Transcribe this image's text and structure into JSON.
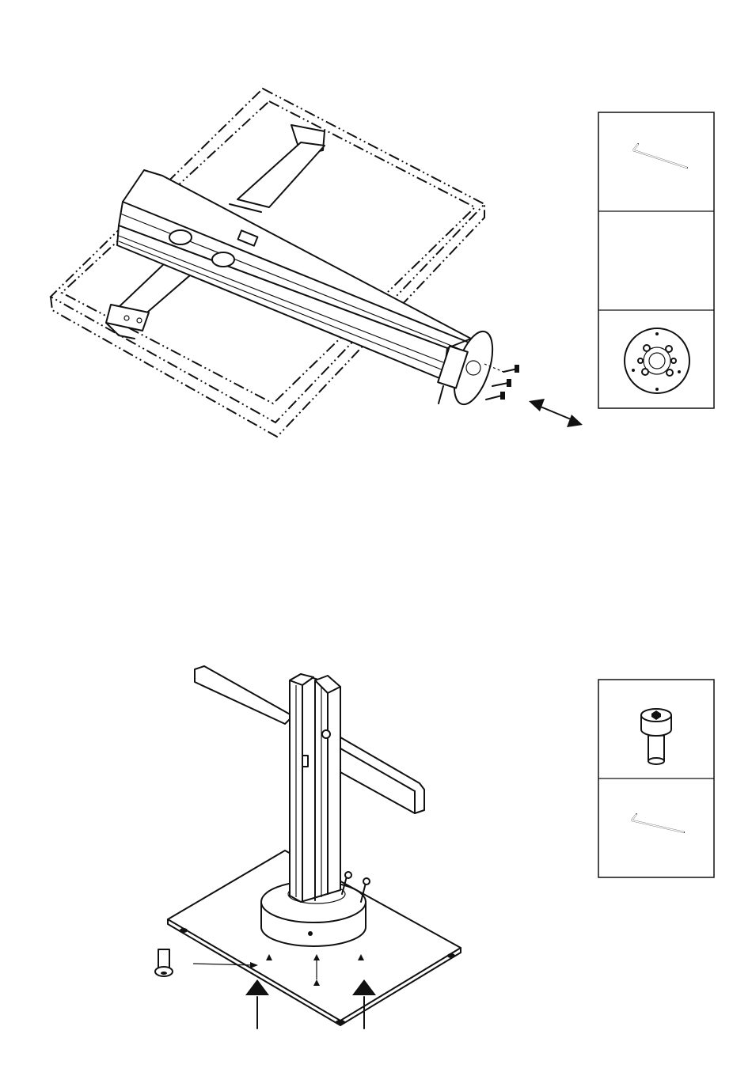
{
  "steps": [
    {
      "id": "step-1",
      "description_parts": [
        "desk-frame",
        "crossbar-beam",
        "mounting-plate",
        "screws",
        "double-arrow"
      ],
      "parts_panel": [
        {
          "id": "part-hex-key",
          "icon": "hex-key-icon"
        },
        {
          "id": "part-empty",
          "icon": ""
        },
        {
          "id": "part-mounting-plate",
          "icon": "mounting-plate-icon"
        }
      ]
    },
    {
      "id": "step-2",
      "description_parts": [
        "column",
        "crossbar",
        "base-plate",
        "bolt",
        "up-arrows"
      ],
      "parts_panel": [
        {
          "id": "part-bolt",
          "icon": "socket-bolt-icon"
        },
        {
          "id": "part-hex-key-2",
          "icon": "hex-key-icon"
        }
      ]
    }
  ],
  "colors": {
    "line": "#111111",
    "background": "#ffffff"
  }
}
